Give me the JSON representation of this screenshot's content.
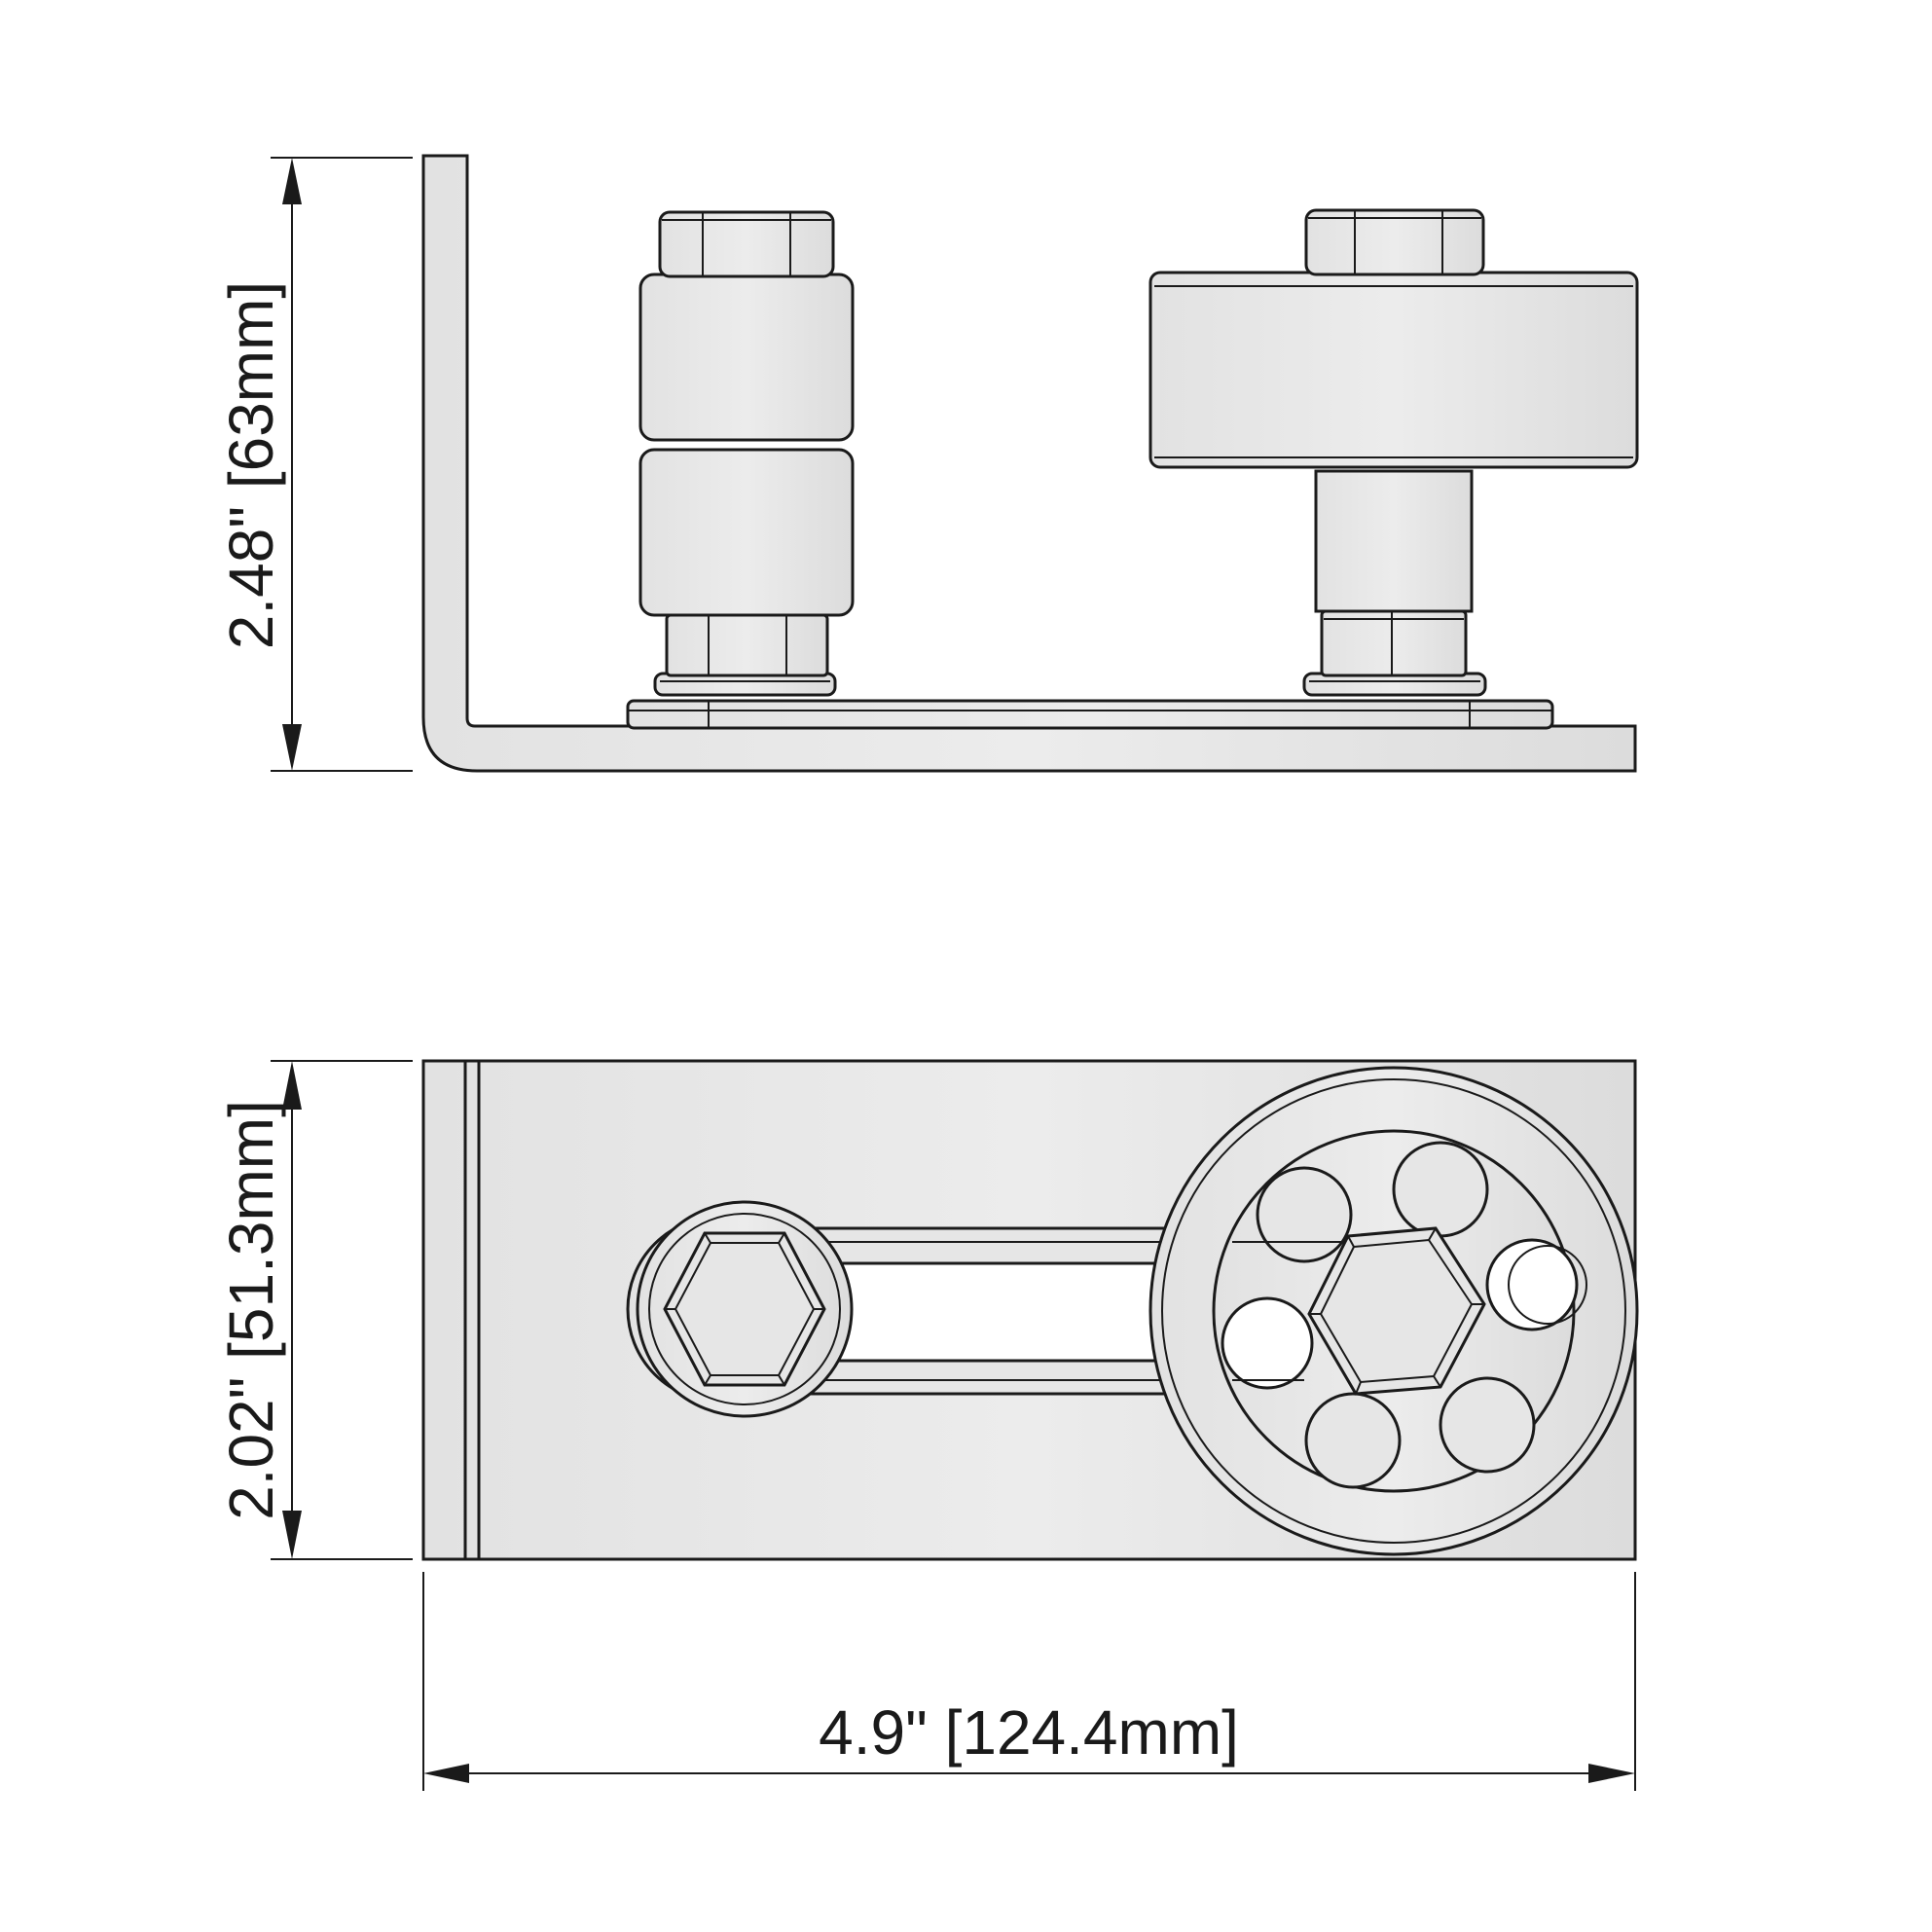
{
  "dimensions": {
    "side_height": "2.48\" [63mm]",
    "top_width": "2.02\" [51.3mm]",
    "overall_length": "4.9\" [124.4mm]"
  },
  "colors": {
    "line": "#1a1a1a",
    "metal_light": "#ececec",
    "metal_dark": "#dcdcdc",
    "background": "#ffffff"
  }
}
